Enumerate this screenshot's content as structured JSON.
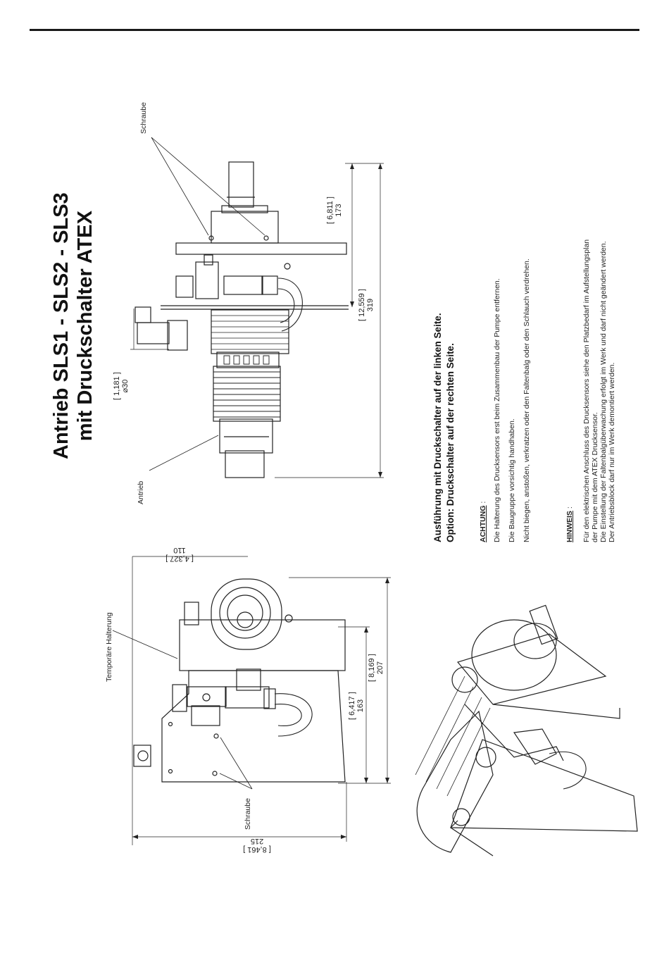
{
  "title": {
    "line1": "Antrieb SLS1 - SLS2 - SLS3",
    "line2": "mit Druckschalter ATEX"
  },
  "labels": {
    "schraube_top": "Schraube",
    "antrieb": "Antrieb",
    "temp_halterung": "Temporäre Halterung",
    "schraube_bottom": "Schraube"
  },
  "dimensions": {
    "d_in": "[ 1,181 ]",
    "d_mm": "⌀30",
    "len1_in": "[ 12,559 ]",
    "len1_mm": "319",
    "len2_in": "[ 6,811 ]",
    "len2_mm": "173",
    "w_in": "[ 4,327 ]",
    "w_mm": "110",
    "h1_in": "[ 6,417 ]",
    "h1_mm": "163",
    "h2_in": "[ 8,169 ]",
    "h2_mm": "207",
    "total_in": "[ 8,461 ]",
    "total_mm": "215"
  },
  "section": {
    "heading1": "Ausführung mit Druckschalter auf der linken Seite.",
    "heading2": "Option: Druckschalter auf der rechten Seite."
  },
  "achtung": {
    "label": "ACHTUNG",
    "sep": " :",
    "lines": [
      "Die Halterung des Drucksensors erst beim Zusammenbau der Pumpe entfernen.",
      "Die Baugruppe vorsichtig handhaben.",
      "Nicht biegen, anstoßen, verkratzen oder den Faltenbalg oder den Schlauch verdrehen."
    ]
  },
  "hinweis": {
    "label": "HINWEIS",
    "sep": " :",
    "lines": [
      "Für den elektrischen Anschluss des Drucksensors siehe den Platzbedarf im Aufstellungsplan",
      "der Pumpe mit dem ATEX Drucksensor.",
      "Die Einstellung der Faltenbalgüberwachung erfolgt im Werk und darf nicht geändert werden.",
      "Der Antriebsblock darf nur im Werk demontiert werden."
    ]
  }
}
